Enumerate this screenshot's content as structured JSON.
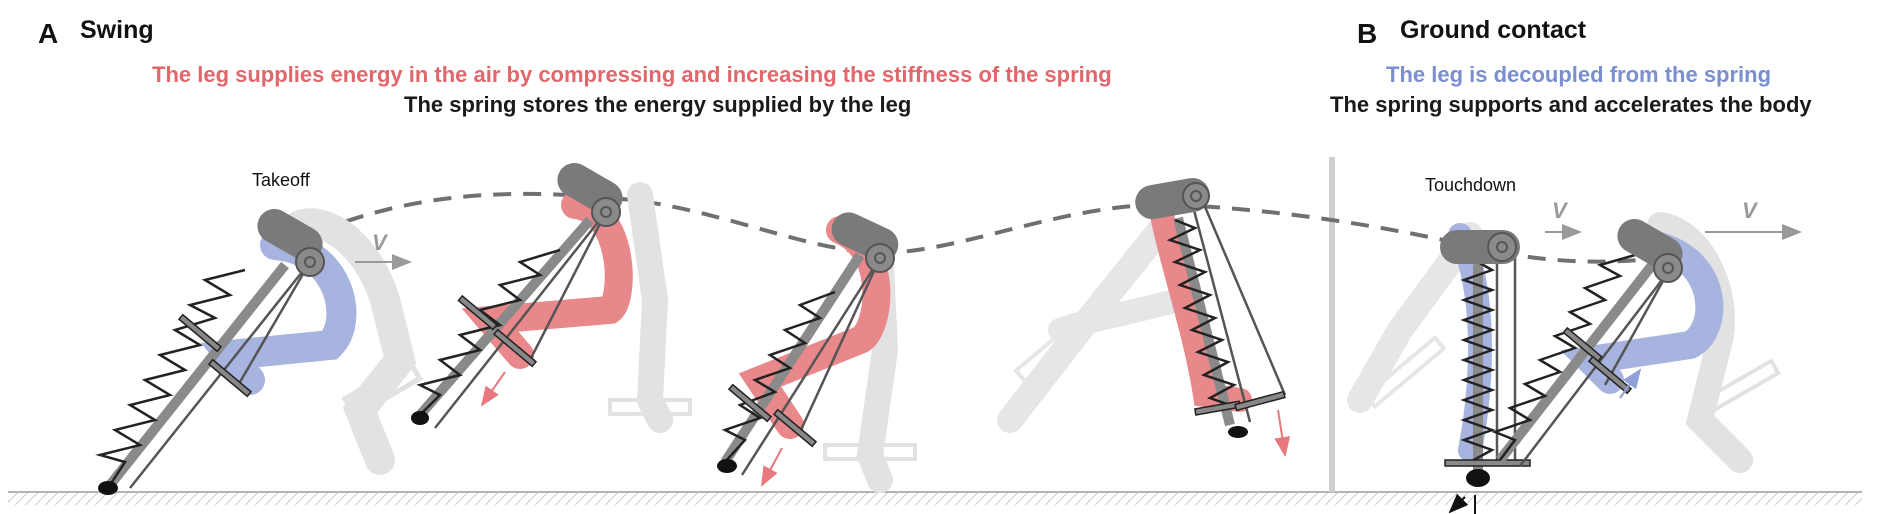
{
  "panels": [
    {
      "letter": "A",
      "title": "Swing",
      "captions": [
        {
          "text": "The leg supplies energy in the air by compressing and increasing the stiffness of the spring",
          "color": "#e0676c"
        },
        {
          "text": "The spring stores the energy supplied by the leg",
          "color": "#1a1a1a"
        }
      ],
      "event_label": "Takeoff"
    },
    {
      "letter": "B",
      "title": "Ground contact",
      "captions": [
        {
          "text": "The leg is decoupled from the spring",
          "color": "#7b8fcf"
        },
        {
          "text": "The spring supports and accelerates the body",
          "color": "#1a1a1a"
        }
      ],
      "event_label": "Touchdown"
    }
  ],
  "velocity_label": "V",
  "colors": {
    "swing_leg": "#e8888a",
    "stance_leg": "#a8b4e0",
    "ghost": "#dcdcdc",
    "device": "#7a7a7a",
    "trajectory": "#707070",
    "arrow_red": "#e8787c",
    "arrow_blue": "#8f9fd8"
  }
}
